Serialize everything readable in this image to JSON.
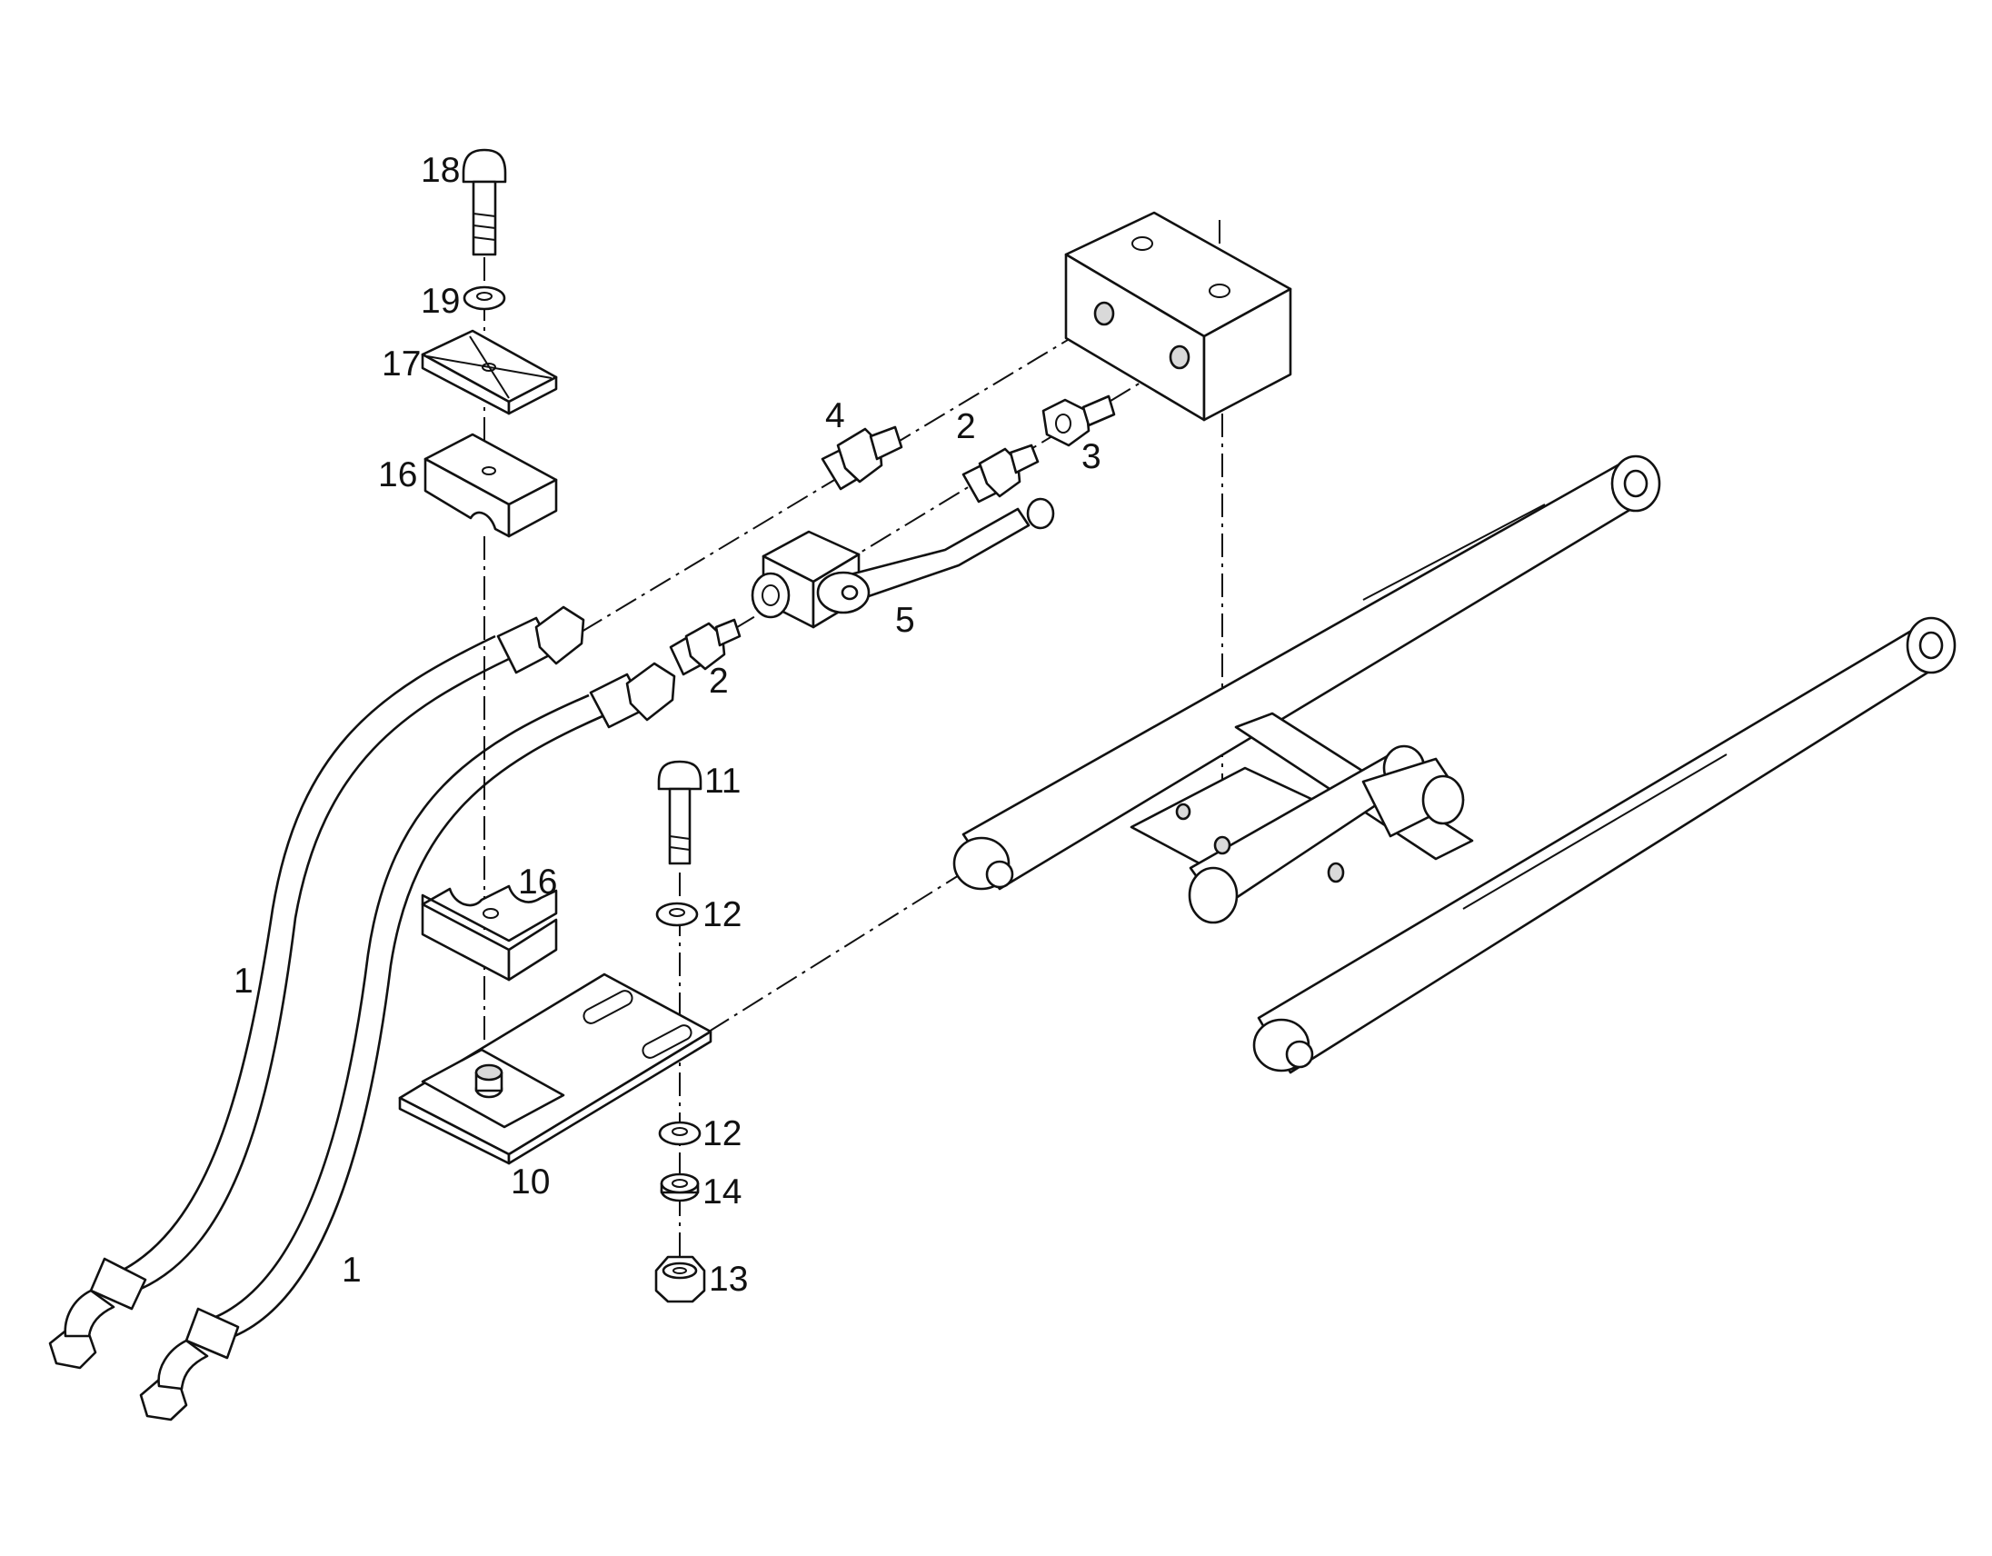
{
  "callouts": {
    "c1a": "1",
    "c1b": "1",
    "c2a": "2",
    "c2b": "2",
    "c3": "3",
    "c4": "4",
    "c5": "5",
    "c10": "10",
    "c11": "11",
    "c12a": "12",
    "c12b": "12",
    "c13": "13",
    "c14": "14",
    "c16a": "16",
    "c16b": "16",
    "c17": "17",
    "c18": "18",
    "c19": "19"
  }
}
